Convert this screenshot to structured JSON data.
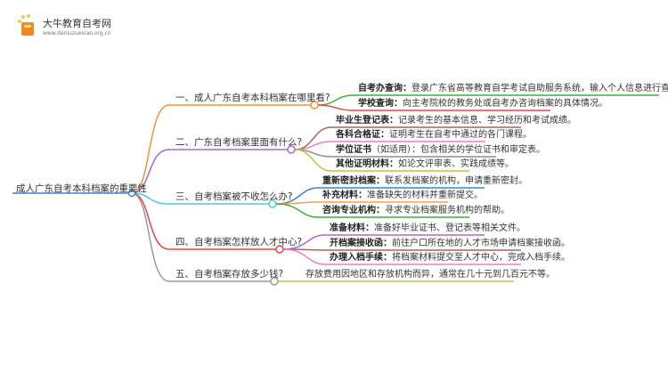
{
  "logo": {
    "title": "大牛教育自考网",
    "url": "www.daniuzuexiao.org.cn"
  },
  "root": "成人广东自考本科档案的重要性",
  "branches": [
    {
      "label": "一、成人广东自考本科档案在哪里看?",
      "color": "#f7913d",
      "leaves": [
        {
          "key": "自考办查询：",
          "text": "登录广东省高等教育自学考试自助服务系统，输入个人信息进行查询。",
          "color": "#3fae3f"
        },
        {
          "key": "学校查询：",
          "text": "向主考院校的教务处或自考办咨询档案的具体情况。",
          "color": "#e34848"
        }
      ]
    },
    {
      "label": "二、广东自考档案里面有什么?",
      "color": "#a66bd3",
      "leaves": [
        {
          "key": "毕业生登记表：",
          "text": "记录考生的基本信息、学习经历和考试成绩。",
          "color": "#9b6a5e"
        },
        {
          "key": "各科合格证：",
          "text": "证明考生在自考中通过的各门课程。",
          "color": "#e87fcb"
        },
        {
          "key": "学位证书",
          "text": "（如适用）：包含相关的学位证书和审定表。",
          "color": "#8f8f8f"
        },
        {
          "key": "其他证明材料：",
          "text": "如论文评审表、实践成绩等。",
          "color": "#c4c43a"
        }
      ]
    },
    {
      "label": "三、自考档案被不收怎么办?",
      "color": "#4dc9dd",
      "leaves": [
        {
          "key": "重新密封档案：",
          "text": "联系发档案的机构，申请重新密封。",
          "color": "#3e86c6"
        },
        {
          "key": "补充材料：",
          "text": "准备缺失的材料并重新提交。",
          "color": "#f7a055"
        },
        {
          "key": "咨询专业机构：",
          "text": "寻求专业档案服务机构的帮助。",
          "color": "#3fae3f"
        }
      ]
    },
    {
      "label": "四、自考档案怎样放人才中心?",
      "color": "#e34848",
      "leaves": [
        {
          "key": "准备材料：",
          "text": "准备好毕业证书、登记表等相关文件。",
          "color": "#a66bd3"
        },
        {
          "key": "开档案接收函：",
          "text": "前往户口所在地的人才市场申请档案接收函。",
          "color": "#9b6a5e"
        },
        {
          "key": "办理入档手续：",
          "text": "将档案材料提交至人才中心，完成入档手续。",
          "color": "#e87fcb"
        }
      ]
    },
    {
      "label": "五、自考档案存放多少钱?",
      "color": "#9a9a9a",
      "leaves": [
        {
          "key": "",
          "text": "存放费用因地区和存放机构而异，通常在几十元到几百元不等。",
          "color": "#c4c43a"
        }
      ]
    }
  ]
}
